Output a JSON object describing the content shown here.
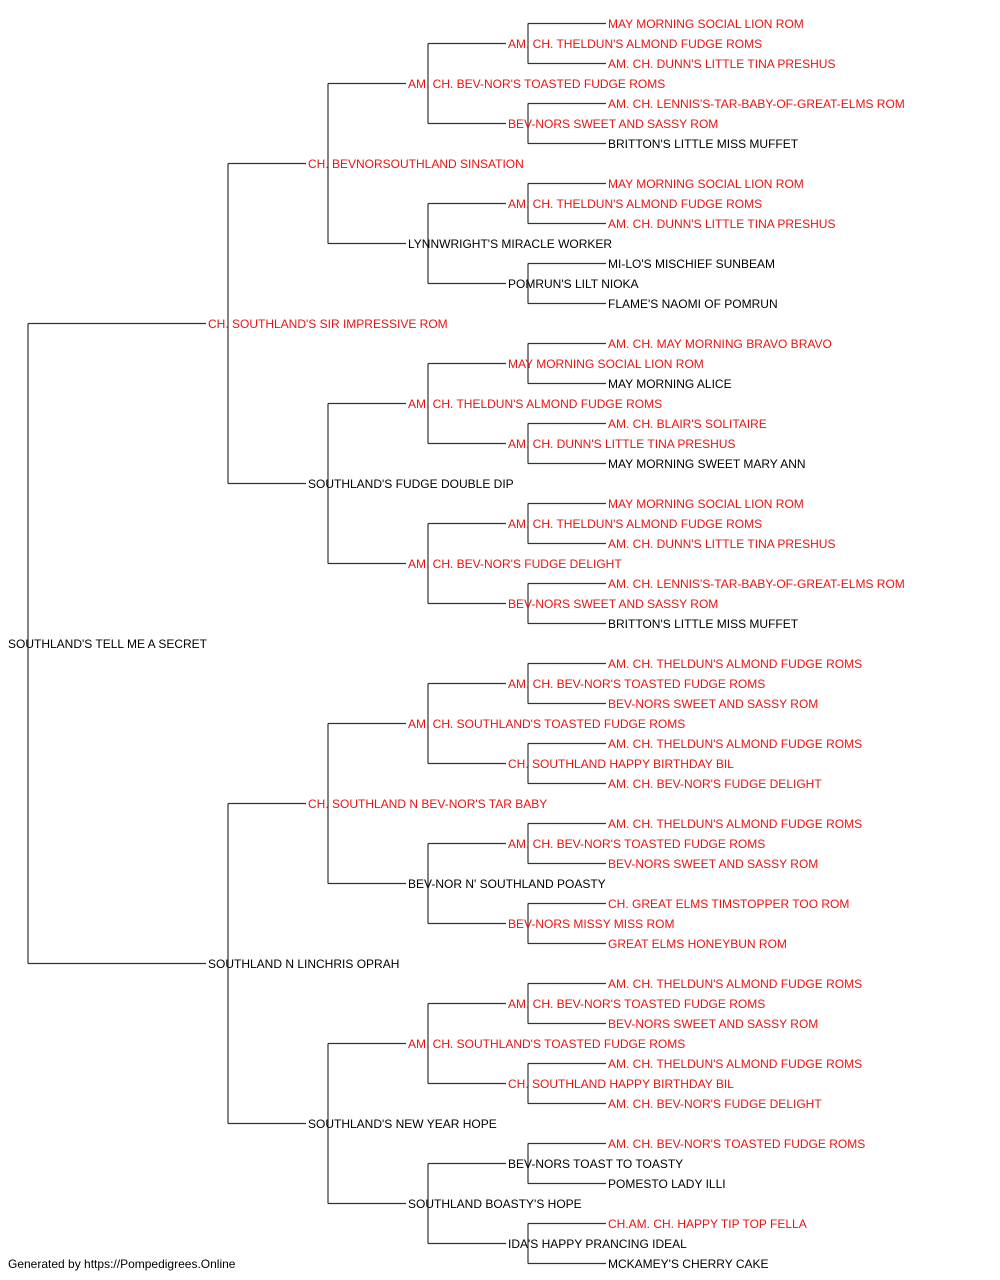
{
  "colors": {
    "titled": "#ee1111",
    "plain": "#000000",
    "line": "#333333"
  },
  "pedigree": {
    "name": "SOUTHLAND'S TELL ME A SECRET",
    "titled": false,
    "sire": {
      "name": "CH. SOUTHLAND'S SIR IMPRESSIVE ROM",
      "titled": true,
      "sire": {
        "name": "CH. BEVNORSOUTHLAND SINSATION",
        "titled": true,
        "sire": {
          "name": "AM. CH. BEV-NOR'S TOASTED FUDGE ROMS",
          "titled": true,
          "sire": {
            "name": "AM. CH. THELDUN'S ALMOND FUDGE ROMS",
            "titled": true,
            "sire": {
              "name": "MAY MORNING SOCIAL LION ROM",
              "titled": true
            },
            "dam": {
              "name": "AM. CH. DUNN'S LITTLE TINA PRESHUS",
              "titled": true
            }
          },
          "dam": {
            "name": "BEV-NORS SWEET AND SASSY ROM",
            "titled": true,
            "sire": {
              "name": "AM. CH. LENNIS'S-TAR-BABY-OF-GREAT-ELMS ROM",
              "titled": true
            },
            "dam": {
              "name": "BRITTON'S LITTLE MISS MUFFET",
              "titled": false
            }
          }
        },
        "dam": {
          "name": "LYNNWRIGHT'S MIRACLE WORKER",
          "titled": false,
          "sire": {
            "name": "AM. CH. THELDUN'S ALMOND FUDGE ROMS",
            "titled": true,
            "sire": {
              "name": "MAY MORNING SOCIAL LION ROM",
              "titled": true
            },
            "dam": {
              "name": "AM. CH. DUNN'S LITTLE TINA PRESHUS",
              "titled": true
            }
          },
          "dam": {
            "name": "POMRUN'S LILT NIOKA",
            "titled": false,
            "sire": {
              "name": "MI-LO'S MISCHIEF SUNBEAM",
              "titled": false
            },
            "dam": {
              "name": "FLAME'S NAOMI OF POMRUN",
              "titled": false
            }
          }
        }
      },
      "dam": {
        "name": "SOUTHLAND'S FUDGE DOUBLE DIP",
        "titled": false,
        "sire": {
          "name": "AM. CH. THELDUN'S ALMOND FUDGE ROMS",
          "titled": true,
          "sire": {
            "name": "MAY MORNING SOCIAL LION ROM",
            "titled": true,
            "sire": {
              "name": "AM. CH. MAY MORNING BRAVO BRAVO",
              "titled": true
            },
            "dam": {
              "name": "MAY MORNING ALICE",
              "titled": false
            }
          },
          "dam": {
            "name": "AM. CH. DUNN'S LITTLE TINA PRESHUS",
            "titled": true,
            "sire": {
              "name": "AM. CH. BLAIR'S SOLITAIRE",
              "titled": true
            },
            "dam": {
              "name": "MAY MORNING SWEET MARY ANN",
              "titled": false
            }
          }
        },
        "dam": {
          "name": "AM. CH. BEV-NOR'S FUDGE DELIGHT",
          "titled": true,
          "sire": {
            "name": "AM. CH. THELDUN'S ALMOND FUDGE ROMS",
            "titled": true,
            "sire": {
              "name": "MAY MORNING SOCIAL LION ROM",
              "titled": true
            },
            "dam": {
              "name": "AM. CH. DUNN'S LITTLE TINA PRESHUS",
              "titled": true
            }
          },
          "dam": {
            "name": "BEV-NORS SWEET AND SASSY ROM",
            "titled": true,
            "sire": {
              "name": "AM. CH. LENNIS'S-TAR-BABY-OF-GREAT-ELMS ROM",
              "titled": true
            },
            "dam": {
              "name": "BRITTON'S LITTLE MISS MUFFET",
              "titled": false
            }
          }
        }
      }
    },
    "dam": {
      "name": "SOUTHLAND N LINCHRIS OPRAH",
      "titled": false,
      "sire": {
        "name": "CH. SOUTHLAND N BEV-NOR'S TAR BABY",
        "titled": true,
        "sire": {
          "name": "AM. CH. SOUTHLAND'S TOASTED FUDGE ROMS",
          "titled": true,
          "sire": {
            "name": "AM. CH. BEV-NOR'S TOASTED FUDGE ROMS",
            "titled": true,
            "sire": {
              "name": "AM. CH. THELDUN'S ALMOND FUDGE ROMS",
              "titled": true
            },
            "dam": {
              "name": "BEV-NORS SWEET AND SASSY ROM",
              "titled": true
            }
          },
          "dam": {
            "name": "CH. SOUTHLAND HAPPY BIRTHDAY BIL",
            "titled": true,
            "sire": {
              "name": "AM. CH. THELDUN'S ALMOND FUDGE ROMS",
              "titled": true
            },
            "dam": {
              "name": "AM. CH. BEV-NOR'S FUDGE DELIGHT",
              "titled": true
            }
          }
        },
        "dam": {
          "name": "BEV-NOR N' SOUTHLAND POASTY",
          "titled": false,
          "sire": {
            "name": "AM. CH. BEV-NOR'S TOASTED FUDGE ROMS",
            "titled": true,
            "sire": {
              "name": "AM. CH. THELDUN'S ALMOND FUDGE ROMS",
              "titled": true
            },
            "dam": {
              "name": "BEV-NORS SWEET AND SASSY ROM",
              "titled": true
            }
          },
          "dam": {
            "name": "BEV-NORS MISSY MISS ROM",
            "titled": true,
            "sire": {
              "name": "CH. GREAT ELMS TIMSTOPPER TOO ROM",
              "titled": true
            },
            "dam": {
              "name": "GREAT ELMS HONEYBUN ROM",
              "titled": true
            }
          }
        }
      },
      "dam": {
        "name": "SOUTHLAND'S NEW YEAR HOPE",
        "titled": false,
        "sire": {
          "name": "AM. CH. SOUTHLAND'S TOASTED FUDGE ROMS",
          "titled": true,
          "sire": {
            "name": "AM. CH. BEV-NOR'S TOASTED FUDGE ROMS",
            "titled": true,
            "sire": {
              "name": "AM. CH. THELDUN'S ALMOND FUDGE ROMS",
              "titled": true
            },
            "dam": {
              "name": "BEV-NORS SWEET AND SASSY ROM",
              "titled": true
            }
          },
          "dam": {
            "name": "CH. SOUTHLAND HAPPY BIRTHDAY BIL",
            "titled": true,
            "sire": {
              "name": "AM. CH. THELDUN'S ALMOND FUDGE ROMS",
              "titled": true
            },
            "dam": {
              "name": "AM. CH. BEV-NOR'S FUDGE DELIGHT",
              "titled": true
            }
          }
        },
        "dam": {
          "name": "SOUTHLAND BOASTY'S HOPE",
          "titled": false,
          "sire": {
            "name": "BEV-NORS TOAST TO TOASTY",
            "titled": false,
            "sire": {
              "name": "AM. CH. BEV-NOR'S TOASTED FUDGE ROMS",
              "titled": true
            },
            "dam": {
              "name": "POMESTO LADY ILLI",
              "titled": false
            }
          },
          "dam": {
            "name": "IDA'S HAPPY PRANCING IDEAL",
            "titled": false,
            "sire": {
              "name": "CH.AM. CH. HAPPY TIP TOP FELLA",
              "titled": true
            },
            "dam": {
              "name": "MCKAMEY'S CHERRY CAKE",
              "titled": false
            }
          }
        }
      }
    }
  },
  "footer": {
    "text": "Generated by https://Pompedigrees.Online"
  }
}
